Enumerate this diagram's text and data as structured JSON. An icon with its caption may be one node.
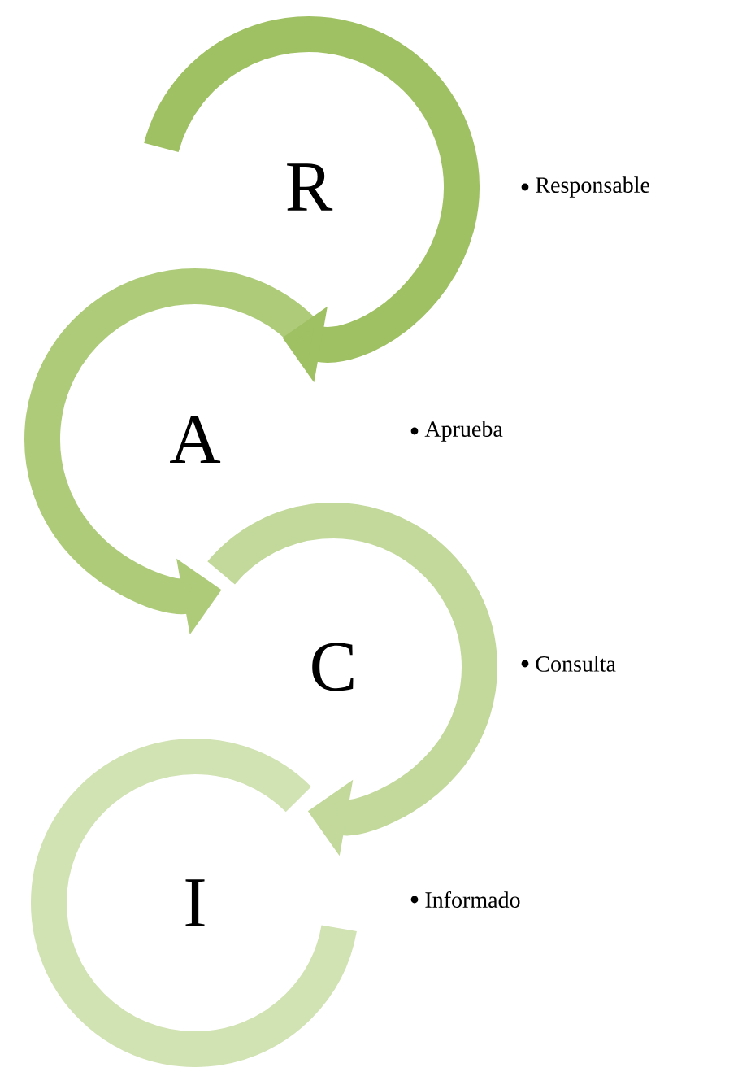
{
  "diagram": {
    "nodes": [
      {
        "text": [
          "R"
        ]
      },
      {
        "text": [
          "A"
        ]
      },
      {
        "text": [
          "C"
        ]
      },
      {
        "text": [
          "I"
        ]
      }
    ],
    "labels": [
      "Responsable",
      "Aprueba",
      "Consulta",
      "Informado"
    ]
  }
}
